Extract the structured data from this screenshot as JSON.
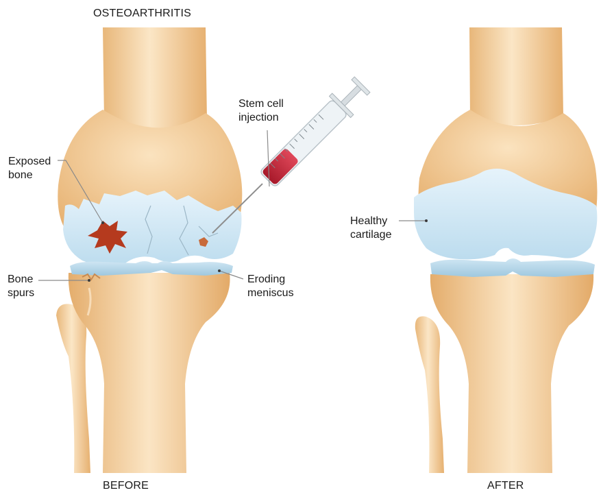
{
  "diagram": {
    "title": "OSTEOARTHRITIS",
    "before_caption": "BEFORE",
    "after_caption": "AFTER",
    "labels": {
      "exposed_bone_line1": "Exposed",
      "exposed_bone_line2": "bone",
      "bone_spurs_line1": "Bone",
      "bone_spurs_line2": "spurs",
      "stem_cell_line1": "Stem cell",
      "stem_cell_line2": "injection",
      "eroding_meniscus_line1": "Eroding",
      "eroding_meniscus_line2": "meniscus",
      "healthy_cartilage_line1": "Healthy",
      "healthy_cartilage_line2": "cartilage"
    }
  }
}
